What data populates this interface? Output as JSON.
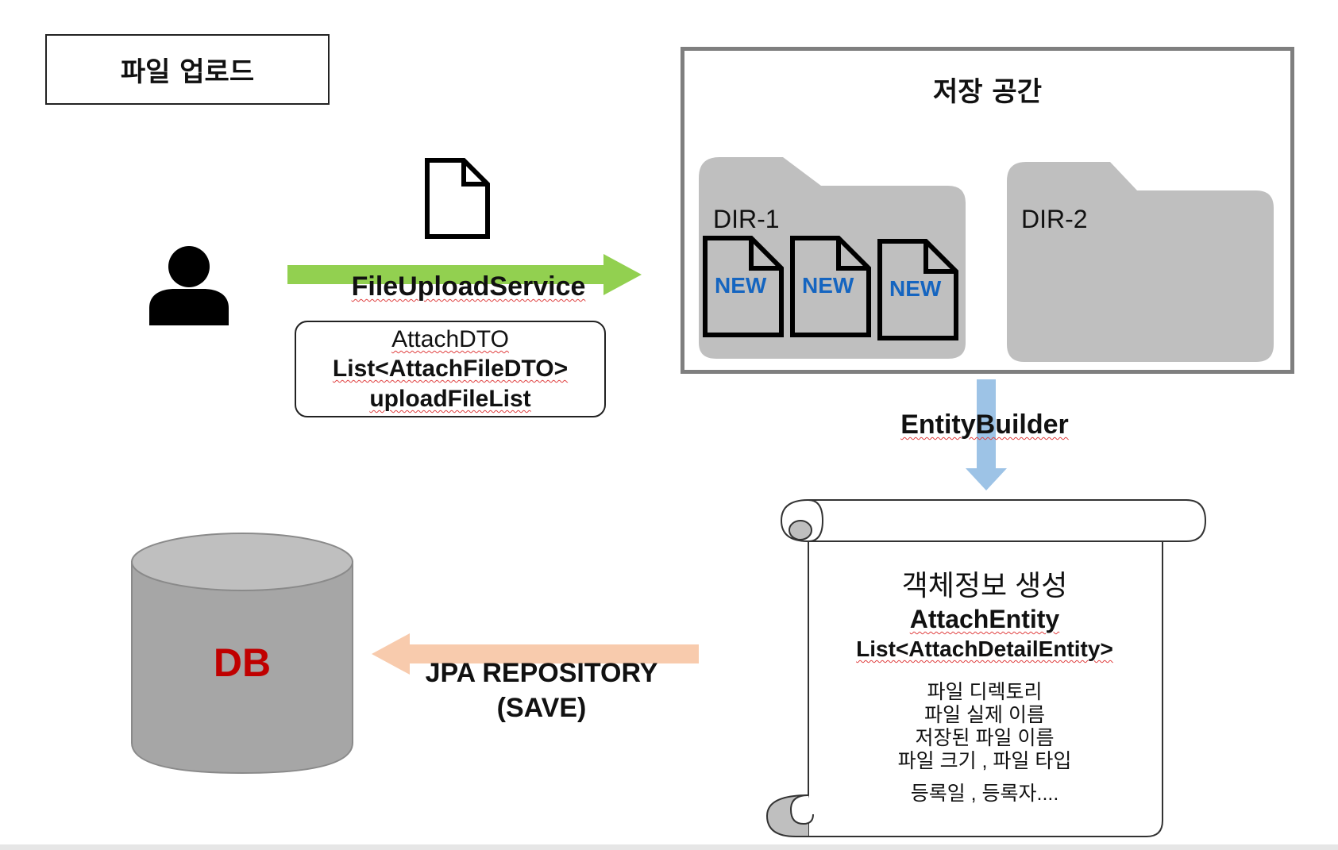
{
  "title": "파일 업로드",
  "storage": {
    "title": "저장 공간",
    "dir1_label": "DIR-1",
    "dir2_label": "DIR-2",
    "new_label": "NEW"
  },
  "upload": {
    "service_label": "FileUploadService",
    "dto_line1": "AttachDTO",
    "dto_line2": "List<AttachFileDTO>",
    "dto_line3": "uploadFileList"
  },
  "builder_label": "EntityBuilder",
  "scroll": {
    "heading": "객체정보 생성",
    "entity": "AttachEntity",
    "entity_list": "List<AttachDetailEntity>",
    "details": [
      "파일 디렉토리",
      "파일 실제 이름",
      "저장된 파일 이름",
      "파일 크기 , 파일 타입"
    ],
    "footer": "등록일 , 등록자...."
  },
  "repository": {
    "line1": "JPA REPOSITORY",
    "line2": "(SAVE)"
  },
  "db_label": "DB",
  "colors": {
    "green_arrow": "#92d050",
    "blue_arrow": "#9dc3e6",
    "orange_arrow": "#f8cbad",
    "folder": "#bfbfbf",
    "db": "#a6a6a6",
    "db_text": "#c00000",
    "new_text": "#1565c0"
  },
  "icons": [
    "person-icon",
    "document-icon",
    "folder-icon",
    "file-icon",
    "scroll-icon",
    "database-icon"
  ]
}
